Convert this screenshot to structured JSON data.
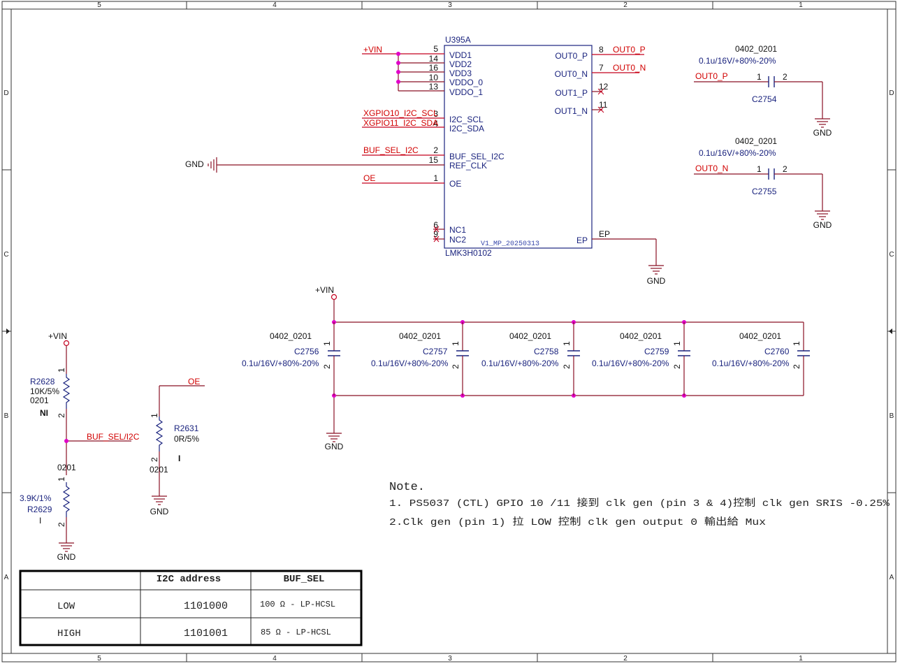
{
  "frame": {
    "columns": [
      "5",
      "4",
      "3",
      "2",
      "1"
    ],
    "rows": [
      "D",
      "C",
      "B",
      "A"
    ]
  },
  "ic": {
    "refdes": "U395A",
    "part": "LMK3H0102",
    "version": "V1_MP_20250313",
    "left_pins": [
      {
        "num": "5",
        "name": "VDD1"
      },
      {
        "num": "14",
        "name": "VDD2"
      },
      {
        "num": "16",
        "name": "VDD3"
      },
      {
        "num": "10",
        "name": "VDDO_0"
      },
      {
        "num": "13",
        "name": "VDDO_1"
      },
      {
        "num": "3",
        "name": "I2C_SCL"
      },
      {
        "num": "4",
        "name": "I2C_SDA"
      },
      {
        "num": "2",
        "name": "BUF_SEL_I2C"
      },
      {
        "num": "15",
        "name": "REF_CLK"
      },
      {
        "num": "1",
        "name": "OE"
      },
      {
        "num": "6",
        "name": "NC1"
      },
      {
        "num": "9",
        "name": "NC2"
      }
    ],
    "right_pins": [
      {
        "num": "8",
        "name": "OUT0_P"
      },
      {
        "num": "7",
        "name": "OUT0_N"
      },
      {
        "num": "12",
        "name": "OUT1_P"
      },
      {
        "num": "11",
        "name": "OUT1_N"
      },
      {
        "num": "",
        "name": "EP"
      }
    ]
  },
  "nets": {
    "vin": "+VIN",
    "scl": "XGPIO10_I2C_SCL",
    "sda": "XGPIO11_I2C_SDA",
    "buf_sel": "BUF_SEL_I2C",
    "oe": "OE",
    "out0_p": "OUT0_P",
    "out0_n": "OUT0_N",
    "ep": "EP",
    "gnd": "GND",
    "buf_sel_net": "BUF_SEL/I2C"
  },
  "output_caps": [
    {
      "pkg": "0402_0201",
      "value": "0.1u/16V/+80%-20%",
      "refdes": "C2754",
      "net": "OUT0_P",
      "pin1": "1",
      "pin2": "2"
    },
    {
      "pkg": "0402_0201",
      "value": "0.1u/16V/+80%-20%",
      "refdes": "C2755",
      "net": "OUT0_N",
      "pin1": "1",
      "pin2": "2"
    }
  ],
  "decap_caps": [
    {
      "pkg": "0402_0201",
      "refdes": "C2756",
      "value": "0.1u/16V/+80%-20%"
    },
    {
      "pkg": "0402_0201",
      "refdes": "C2757",
      "value": "0.1u/16V/+80%-20%"
    },
    {
      "pkg": "0402_0201",
      "refdes": "C2758",
      "value": "0.1u/16V/+80%-20%"
    },
    {
      "pkg": "0402_0201",
      "refdes": "C2759",
      "value": "0.1u/16V/+80%-20%"
    },
    {
      "pkg": "0402_0201",
      "refdes": "C2760",
      "value": "0.1u/16V/+80%-20%"
    }
  ],
  "resistors": {
    "r2628": {
      "refdes": "R2628",
      "value": "10K/5%",
      "pkg": "0201",
      "mark": "NI"
    },
    "r2629": {
      "refdes": "R2629",
      "value": "3.9K/1%",
      "pkg": "0201",
      "mark": "I"
    },
    "r2631": {
      "refdes": "R2631",
      "value": "0R/5%",
      "pkg": "0201",
      "mark": "I"
    }
  },
  "notes": {
    "title": "Note.",
    "line1": "1. PS5037 (CTL) GPIO 10 /11 接到 clk gen (pin 3 & 4)控制 clk gen SRIS -0.25%",
    "line2": "2.Clk gen (pin 1) 拉 LOW 控制 clk gen output 0 輸出給 Mux"
  },
  "table": {
    "headers": [
      "",
      "I2C address",
      "BUF_SEL"
    ],
    "rows": [
      [
        "LOW",
        "1101000",
        "100 Ω - LP-HCSL"
      ],
      [
        "HIGH",
        "1101001",
        "85 Ω - LP-HCSL"
      ]
    ]
  },
  "colors": {
    "wire": "#8a1024",
    "net_label": "#d10000",
    "component_text": "#1a237e",
    "junction": "#e000c8"
  }
}
